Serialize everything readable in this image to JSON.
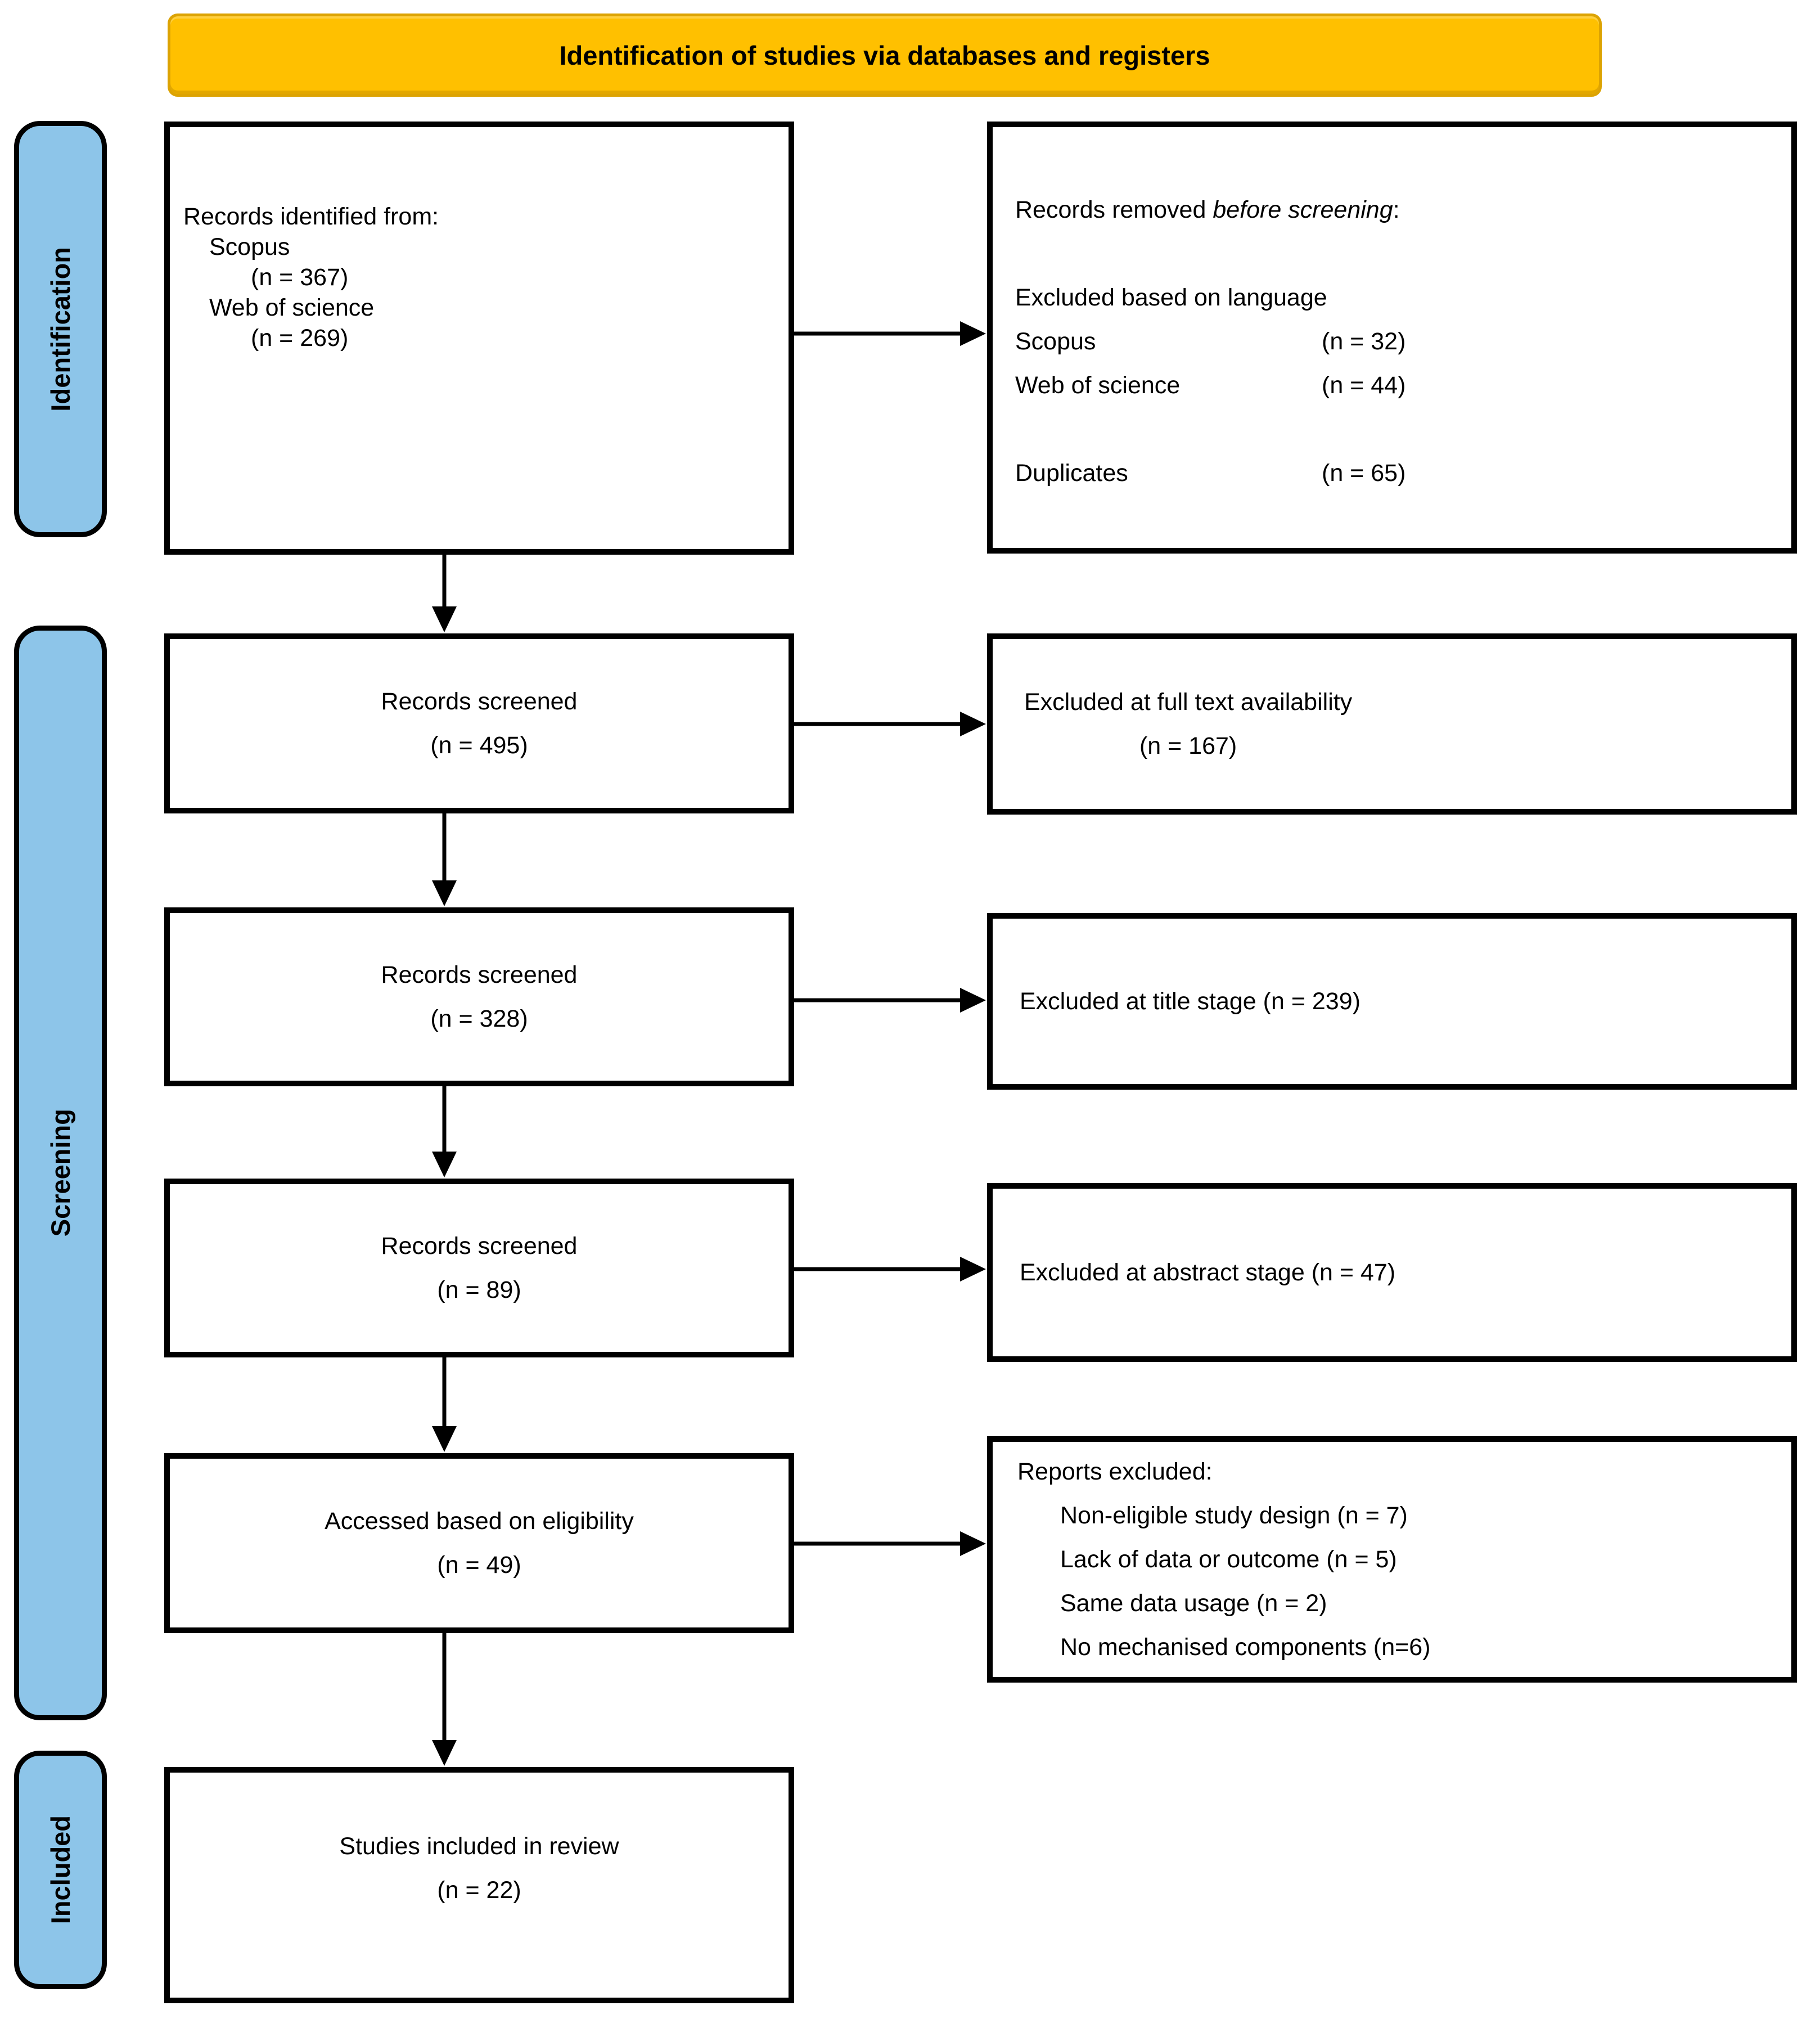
{
  "header": {
    "title": "Identification of studies via databases and registers"
  },
  "stages": [
    {
      "label": "Identification"
    },
    {
      "label": "Screening"
    },
    {
      "label": "Included"
    }
  ],
  "colors": {
    "header_bg": "#FFC000",
    "header_border": "#DCA303",
    "stage_bg": "#8DC5E9",
    "box_border": "#000000"
  },
  "boxes": {
    "identified": {
      "line1": "Records identified from:",
      "source1": "Scopus",
      "n1": "(n = 367)",
      "source2": "Web of science",
      "n2": "(n = 269)"
    },
    "removed": {
      "title_prefix": "Records removed ",
      "title_italic": "before screening",
      "title_suffix": ":",
      "lang_header": "Excluded based on language",
      "rows": [
        {
          "label": "Scopus",
          "value": "(n = 32)"
        },
        {
          "label": "Web of science",
          "value": "(n = 44)"
        }
      ],
      "dup_label": "Duplicates",
      "dup_value": "(n = 65)"
    },
    "screened1": {
      "line1": "Records screened",
      "line2": "(n = 495)"
    },
    "excluded1": {
      "line1": "Excluded at full text availability",
      "line2": "(n = 167)"
    },
    "screened2": {
      "line1": "Records screened",
      "line2": "(n = 328)"
    },
    "excluded2": {
      "line1": "Excluded at title stage (n = 239)"
    },
    "screened3": {
      "line1": "Records screened",
      "line2": "(n = 89)"
    },
    "excluded3": {
      "line1": "Excluded at abstract stage (n = 47)"
    },
    "eligibility": {
      "line1": "Accessed based on eligibility",
      "line2": "(n = 49)"
    },
    "reports_excluded": {
      "title": "Reports excluded:",
      "items": [
        "Non-eligible study design (n = 7)",
        "Lack of data or outcome (n = 5)",
        "Same data usage (n = 2)",
        "No mechanised components (n=6)"
      ]
    },
    "included": {
      "line1": "Studies included in review",
      "line2": "(n = 22)"
    }
  }
}
